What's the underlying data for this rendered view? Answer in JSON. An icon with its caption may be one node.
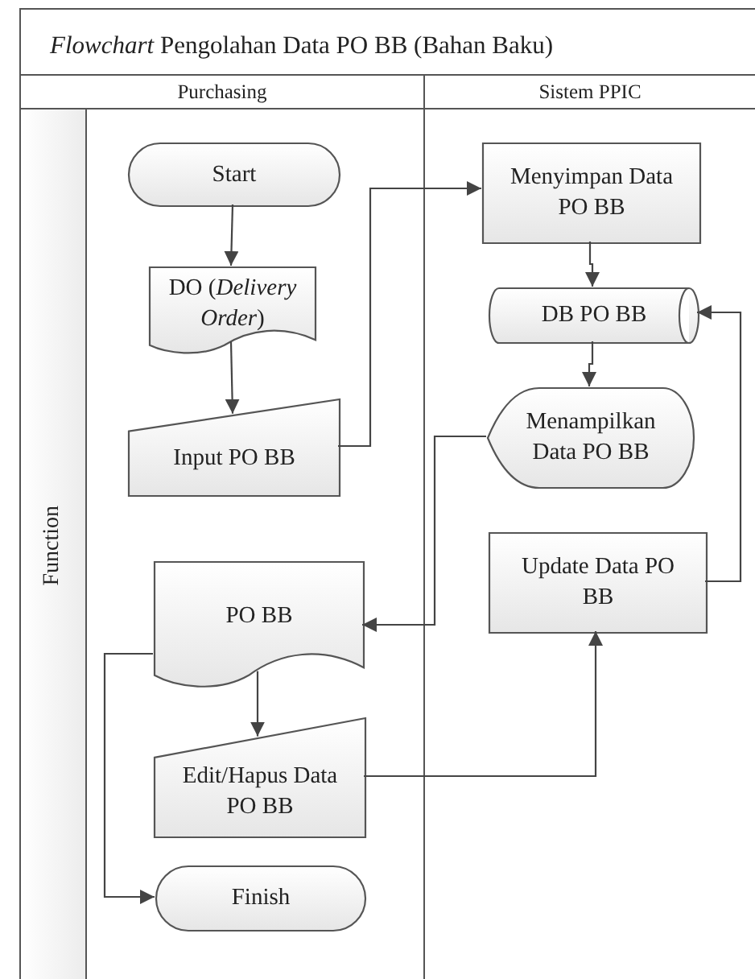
{
  "diagram": {
    "title": "*Flowchart* Pengolahan Data PO BB (Bahan Baku)",
    "nodes": [
      {
        "text": [
          "Purchasing"
        ]
      },
      {
        "text": [
          "Sistem PPIC"
        ]
      },
      {
        "text": [
          "Function"
        ],
        "in": 0
      },
      {
        "text": [
          "Start"
        ],
        "in": 0
      },
      {
        "text": [
          "DO (*Delivery Order*)"
        ],
        "in": 0
      },
      {
        "text": [
          "Input PO BB"
        ],
        "in": 0
      },
      {
        "text": [
          "Menyimpan Data PO BB"
        ],
        "in": 1
      },
      {
        "text": [
          "DB PO BB"
        ],
        "in": 1
      },
      {
        "text": [
          "Menampilkan Data PO BB"
        ],
        "in": 1
      },
      {
        "text": [
          "PO BB"
        ],
        "in": 0
      },
      {
        "text": [
          "Edit/Hapus Data PO BB"
        ],
        "in": 0
      },
      {
        "text": [
          "Finish"
        ],
        "in": 0
      },
      {
        "text": [
          "Update Data PO BB"
        ],
        "in": 1
      }
    ],
    "edges": [
      {
        "from": 3,
        "to": 4,
        "arrow": "to"
      },
      {
        "from": 4,
        "to": 5,
        "arrow": "to"
      },
      {
        "from": 5,
        "to": 6,
        "arrow": "to"
      },
      {
        "from": 6,
        "to": 7,
        "arrow": "to"
      },
      {
        "from": 7,
        "to": 8,
        "arrow": "to"
      },
      {
        "from": 8,
        "to": 9,
        "arrow": "to"
      },
      {
        "from": 9,
        "to": 10,
        "arrow": "to"
      },
      {
        "from": 9,
        "to": 11,
        "arrow": "to"
      },
      {
        "from": 10,
        "to": 12,
        "arrow": "to"
      },
      {
        "from": 12,
        "to": 7,
        "arrow": "to"
      }
    ]
  }
}
